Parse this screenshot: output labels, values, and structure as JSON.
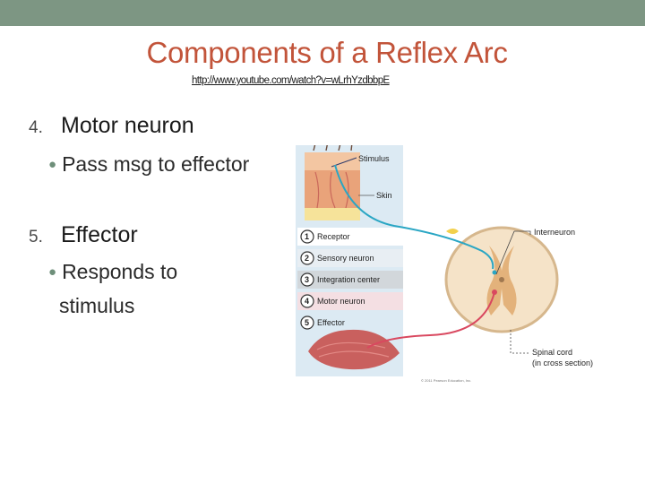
{
  "slide": {
    "title": "Components of a Reflex Arc",
    "link": "http://www.youtube.com/watch?v=wLrhYzdbbpE",
    "items": [
      {
        "num": "4.",
        "heading": "Motor neuron",
        "bullets": [
          "Pass msg to effector"
        ]
      },
      {
        "num": "5.",
        "heading": "Effector",
        "bullets": [
          "Responds to",
          "stimulus"
        ]
      }
    ]
  },
  "figure": {
    "labels": {
      "stimulus": "Stimulus",
      "skin": "Skin",
      "interneuron": "Interneuron",
      "spinal_cord_1": "Spinal cord",
      "spinal_cord_2": "(in cross section)",
      "copyright": "© 2011 Pearson Education, Inc."
    },
    "steps": [
      {
        "n": "1",
        "label": "Receptor"
      },
      {
        "n": "2",
        "label": "Sensory neuron"
      },
      {
        "n": "3",
        "label": "Integration center"
      },
      {
        "n": "4",
        "label": "Motor neuron"
      },
      {
        "n": "5",
        "label": "Effector"
      }
    ]
  },
  "colors": {
    "topbar": "#7d9683",
    "title": "#c2543a",
    "sensory": "#2aa6c4",
    "motor": "#d9485f",
    "spinal_cord": "#f5e3c8"
  }
}
